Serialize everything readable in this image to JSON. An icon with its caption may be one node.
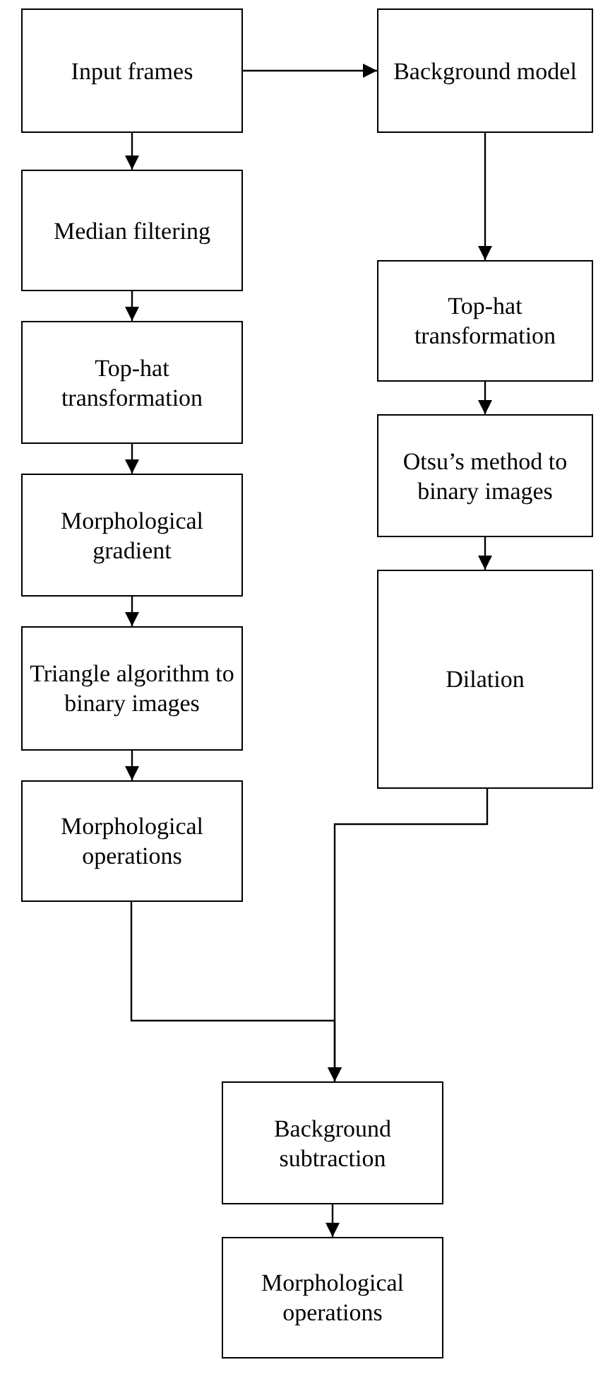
{
  "diagram": {
    "nodes": [
      {
        "text": [
          "Input frames"
        ]
      },
      {
        "text": [
          "Background model"
        ]
      },
      {
        "text": [
          "Median filtering"
        ]
      },
      {
        "text": [
          "Top-hat transformation"
        ]
      },
      {
        "text": [
          "Morphological gradient"
        ]
      },
      {
        "text": [
          "Triangle algorithm to binary images"
        ]
      },
      {
        "text": [
          "Morphological operations"
        ]
      },
      {
        "text": [
          "Top-hat transformation"
        ]
      },
      {
        "text": [
          "Otsu’s method to binary images"
        ]
      },
      {
        "text": [
          "Dilation"
        ]
      },
      {
        "text": [
          "Background subtraction"
        ]
      },
      {
        "text": [
          "Morphological operations"
        ]
      }
    ],
    "edges": [
      {
        "from": 0,
        "to": 1,
        "arrow": "to"
      },
      {
        "from": 0,
        "to": 2,
        "arrow": "to"
      },
      {
        "from": 2,
        "to": 3,
        "arrow": "to"
      },
      {
        "from": 3,
        "to": 4,
        "arrow": "to"
      },
      {
        "from": 4,
        "to": 5,
        "arrow": "to"
      },
      {
        "from": 5,
        "to": 6,
        "arrow": "to"
      },
      {
        "from": 1,
        "to": 7,
        "arrow": "to"
      },
      {
        "from": 7,
        "to": 8,
        "arrow": "to"
      },
      {
        "from": 8,
        "to": 9,
        "arrow": "to"
      },
      {
        "from": 6,
        "to": 10,
        "arrow": "to"
      },
      {
        "from": 9,
        "to": 10,
        "arrow": "to"
      },
      {
        "from": 10,
        "to": 11,
        "arrow": "to"
      }
    ]
  }
}
